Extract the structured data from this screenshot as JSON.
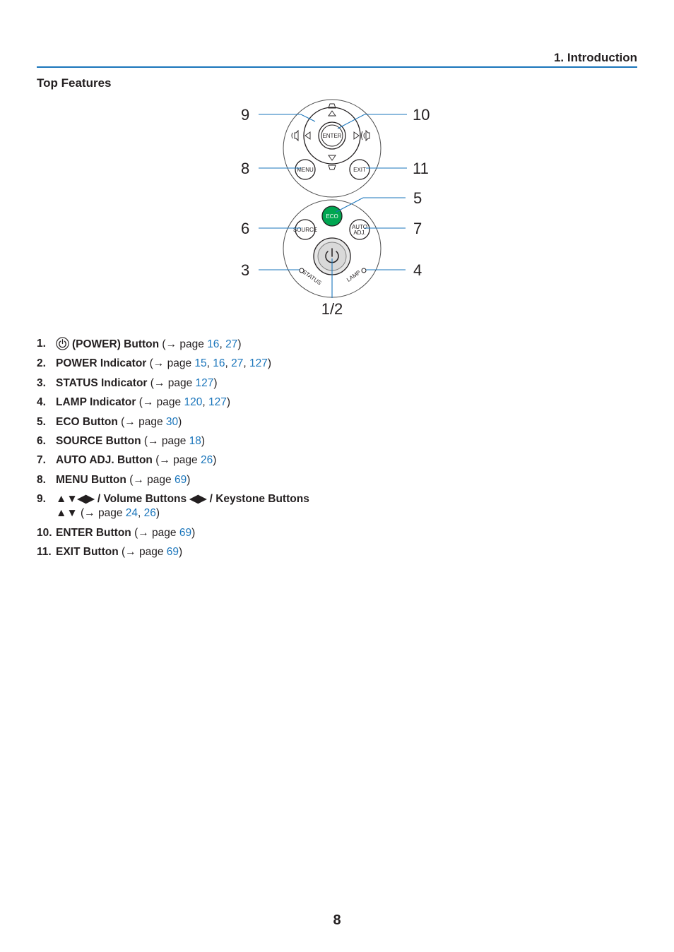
{
  "header": {
    "section_title": "1. Introduction"
  },
  "heading": "Top Features",
  "diagram": {
    "callouts": [
      "9",
      "10",
      "8",
      "11",
      "5",
      "6",
      "7",
      "3",
      "4",
      "1/2"
    ],
    "button_labels": {
      "enter": "ENTER",
      "menu": "MENU",
      "exit": "EXIT",
      "eco": "ECO",
      "source": "SOURCE",
      "auto_line1": "AUTO",
      "auto_line2": "ADJ.",
      "status": "STATUS",
      "lamp": "LAMP"
    },
    "colors": {
      "callout_line": "#1a75bb",
      "eco_button": "#00a651"
    }
  },
  "items": [
    {
      "num": "1.",
      "name": "(POWER) Button",
      "icon": "power-icon",
      "pages": [
        "16",
        "27"
      ]
    },
    {
      "num": "2.",
      "name": "POWER Indicator",
      "pages": [
        "15",
        "16",
        "27",
        "127"
      ]
    },
    {
      "num": "3.",
      "name": "STATUS Indicator",
      "pages": [
        "127"
      ]
    },
    {
      "num": "4.",
      "name": "LAMP Indicator",
      "pages": [
        "120",
        "127"
      ]
    },
    {
      "num": "5.",
      "name": "ECO Button",
      "pages": [
        "30"
      ]
    },
    {
      "num": "6.",
      "name": "SOURCE Button",
      "pages": [
        "18"
      ]
    },
    {
      "num": "7.",
      "name": "AUTO ADJ. Button",
      "pages": [
        "26"
      ]
    },
    {
      "num": "8.",
      "name": "MENU Button",
      "pages": [
        "69"
      ]
    },
    {
      "num": "9.",
      "name": "▲▼◀▶ / Volume Buttons ◀▶ / Keystone Buttons",
      "name2": "▲▼",
      "pages": [
        "24",
        "26"
      ]
    },
    {
      "num": "10.",
      "name": "ENTER Button",
      "pages": [
        "69"
      ]
    },
    {
      "num": "11.",
      "name": "EXIT Button",
      "pages": [
        "69"
      ]
    }
  ],
  "ref_prefix": "(→ page ",
  "ref_separator": ", ",
  "ref_suffix": ")",
  "page_number": "8"
}
